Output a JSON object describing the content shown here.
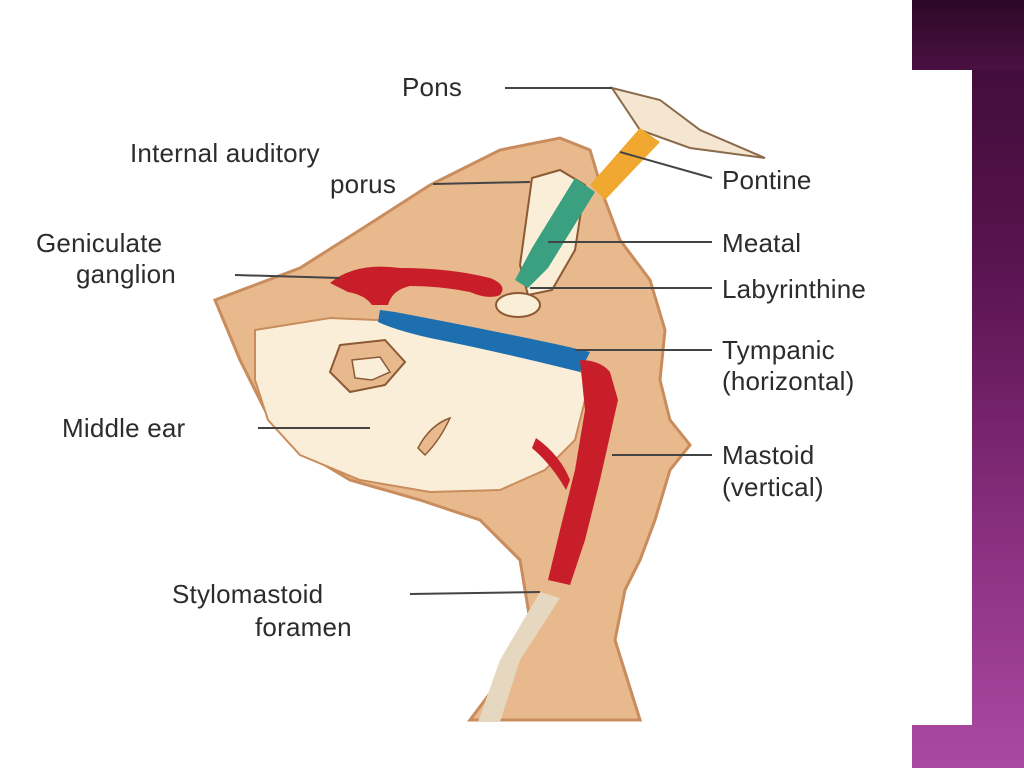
{
  "colors": {
    "bone": "#e8b98c",
    "bone_edge": "#c98c5c",
    "cavity": "#fbeed8",
    "nerve_red": "#c81e2a",
    "tympanic_blue": "#1e6fb0",
    "meatal_green": "#3aa080",
    "pontine_orange": "#f0a830",
    "side_band": "#7a2a72"
  },
  "labels": {
    "pons": "Pons",
    "internal_auditory_line1": "Internal auditory",
    "internal_auditory_line2": "porus",
    "geniculate_line1": "Geniculate",
    "geniculate_line2": "ganglion",
    "middle_ear": "Middle ear",
    "stylomastoid_line1": "Stylomastoid",
    "stylomastoid_line2": "foramen",
    "pontine": "Pontine",
    "meatal": "Meatal",
    "labyrinthine": "Labyrinthine",
    "tympanic_line1": "Tympanic",
    "tympanic_line2": "(horizontal)",
    "mastoid_line1": "Mastoid",
    "mastoid_line2": "(vertical)"
  }
}
